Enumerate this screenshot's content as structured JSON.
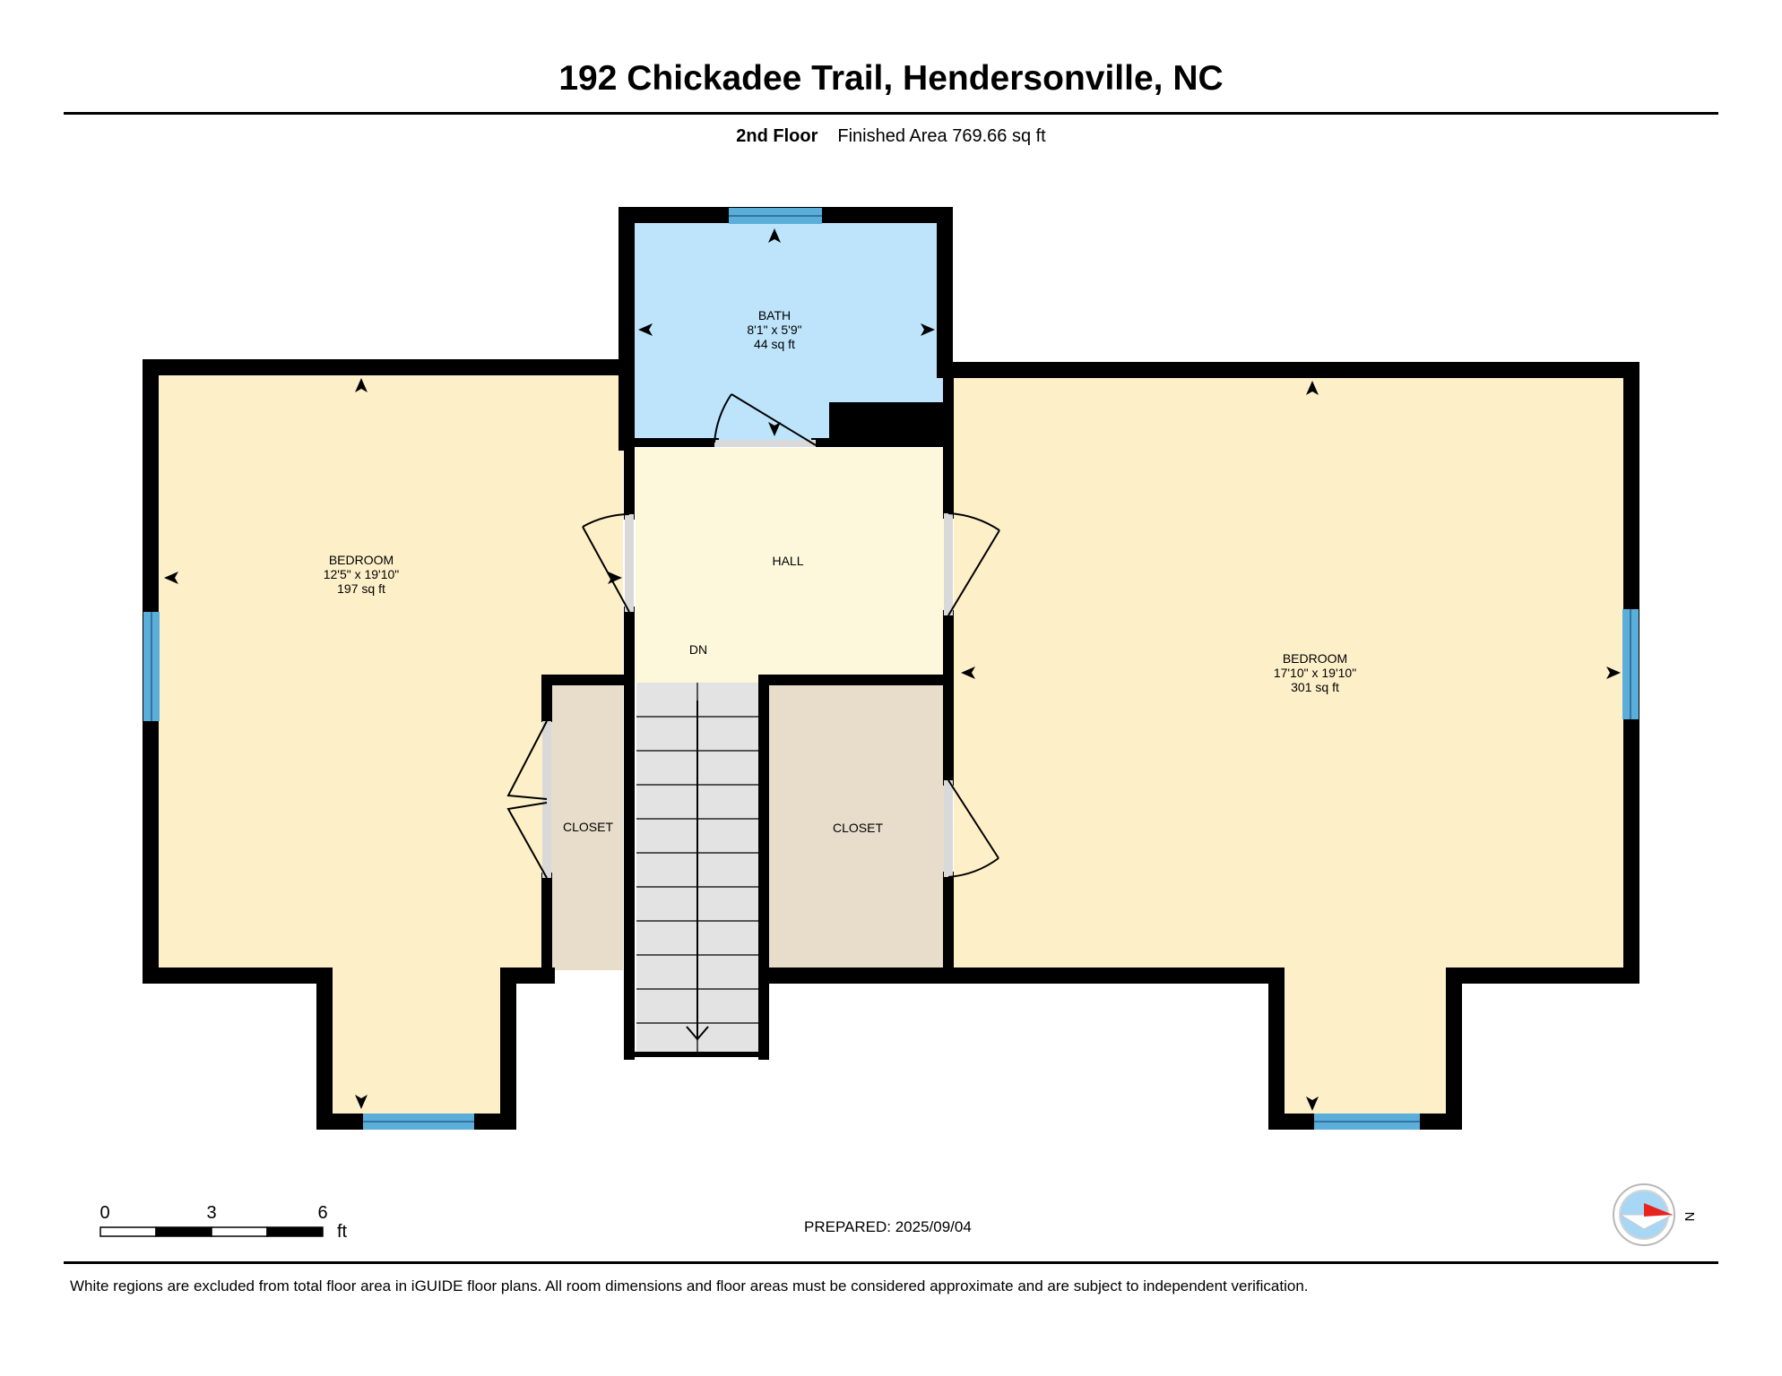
{
  "header": {
    "title": "192 Chickadee Trail, Hendersonville, NC",
    "floor_name": "2nd Floor",
    "finished_area": "Finished Area 769.66 sq ft"
  },
  "rooms": {
    "bath": {
      "name": "BATH",
      "dims": "8'1\" x 5'9\"",
      "area": "44 sq ft"
    },
    "bedroom_left": {
      "name": "BEDROOM",
      "dims": "12'5\" x 19'10\"",
      "area": "197 sq ft"
    },
    "bedroom_right": {
      "name": "BEDROOM",
      "dims": "17'10\" x 19'10\"",
      "area": "301 sq ft"
    },
    "hall": {
      "name": "HALL"
    },
    "stairs": {
      "label": "DN"
    },
    "closet_left": {
      "name": "CLOSET"
    },
    "closet_right": {
      "name": "CLOSET"
    }
  },
  "scale_bar": {
    "ticks": [
      "0",
      "3",
      "6"
    ],
    "unit": "ft"
  },
  "compass": {
    "label": "N"
  },
  "footer": {
    "prepared": "PREPARED: 2025/09/04",
    "disclaimer": "White regions are excluded from total floor area in iGUIDE floor plans. All room dimensions and floor areas must be considered approximate and are subject to independent verification."
  },
  "colors": {
    "bedroom": "#fdf0c9",
    "hall": "#fdf7dc",
    "bath": "#bde4fb",
    "closet": "#e8ddcb",
    "stairs": "#e3e3e3",
    "wall": "#000000",
    "window": "#5aaed9",
    "door": "#d9d9d9",
    "compass_arrow": "#e8221c"
  }
}
